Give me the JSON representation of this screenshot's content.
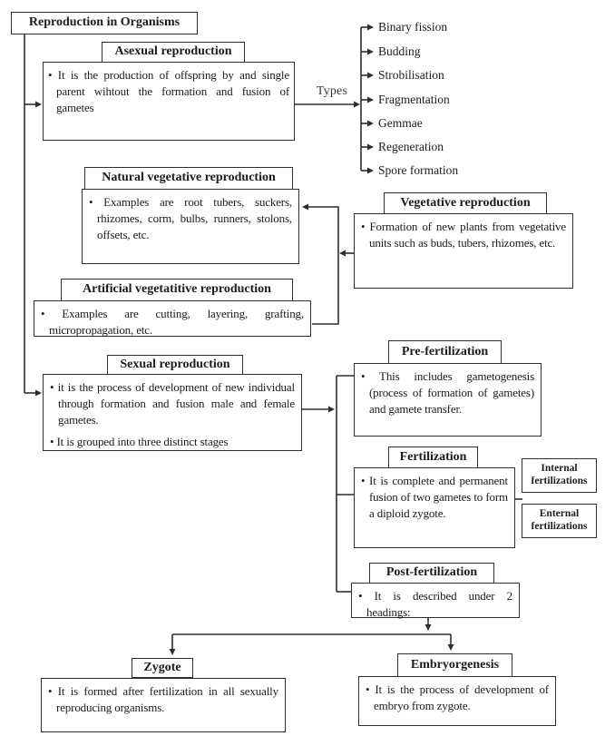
{
  "root": {
    "title": "Reproduction in Organisms"
  },
  "asexual": {
    "title": "Asexual reproduction",
    "body": "• It is the production of offspring by and single parent wihtout the formation and fusion of gametes",
    "types_label": "Types",
    "types": [
      "Binary fission",
      "Budding",
      "Strobilisation",
      "Fragmentation",
      "Gemmae",
      "Regeneration",
      "Spore formation"
    ]
  },
  "natural_vegetative": {
    "title": "Natural vegetative reproduction",
    "body": "• Examples are root tubers, suckers, rhizomes, corm, bulbs, runners, stolons, offsets, etc."
  },
  "vegetative": {
    "title": "Vegetative reproduction",
    "body": "• Formation of new plants from vegetative units such as buds, tubers, rhizomes, etc."
  },
  "artificial_vegetative": {
    "title": "Artificial vegetatitive reproduction",
    "body": "• Examples are cutting, layering, grafting, micropropagation, etc."
  },
  "sexual": {
    "title": "Sexual reproduction",
    "bullet1": "• it is the process of development of new individual through formation and fusion male and female gametes.",
    "bullet2": "• It is grouped into three distinct stages"
  },
  "pre_fertilization": {
    "title": "Pre-fertilization",
    "body": "• This includes gametogenesis (process of formation of gametes) and gamete transfer."
  },
  "fertilization": {
    "title": "Fertilization",
    "body": "• It is complete and permanent fusion of two gametes to form a diploid zygote.",
    "internal_label": "Internal fertilizations",
    "external_label": "Enternal fertilizations"
  },
  "post_fertilization": {
    "title": "Post-fertilization",
    "body": "• It is described under 2 headings:"
  },
  "zygote": {
    "title": "Zygote",
    "body": "• It is formed after fertilization in all sexually reproducing organisms."
  },
  "embryogenesis": {
    "title": "Embryorgenesis",
    "body": "• It is the process of development of embryo from zygote."
  }
}
